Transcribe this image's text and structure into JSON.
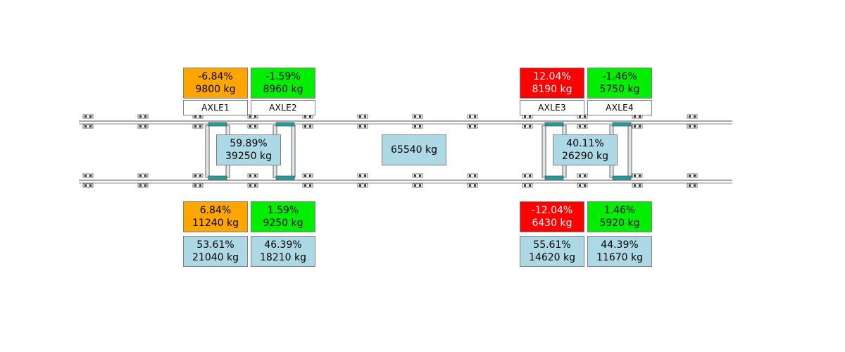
{
  "colors": {
    "orange": "#ffa500",
    "green": "#00ee00",
    "red": "#ff0000",
    "blue": "#add8e6",
    "rail": "#8a8a8a",
    "teal": "#1aa0a0"
  },
  "axles": [
    {
      "label": "AXLE1",
      "top": {
        "pct": "-6.84%",
        "weight": "9800 kg",
        "status": "orange"
      },
      "bottom": {
        "pct": "6.84%",
        "weight": "11240 kg",
        "status": "orange"
      },
      "share": {
        "pct": "53.61%",
        "weight": "21040 kg"
      }
    },
    {
      "label": "AXLE2",
      "top": {
        "pct": "-1.59%",
        "weight": "8960 kg",
        "status": "green"
      },
      "bottom": {
        "pct": "1.59%",
        "weight": "9250 kg",
        "status": "green"
      },
      "share": {
        "pct": "46.39%",
        "weight": "18210 kg"
      }
    },
    {
      "label": "AXLE3",
      "top": {
        "pct": "12.04%",
        "weight": "8190 kg",
        "status": "red"
      },
      "bottom": {
        "pct": "-12.04%",
        "weight": "6430 kg",
        "status": "red"
      },
      "share": {
        "pct": "55.61%",
        "weight": "14620 kg"
      }
    },
    {
      "label": "AXLE4",
      "top": {
        "pct": "-1.46%",
        "weight": "5750 kg",
        "status": "green"
      },
      "bottom": {
        "pct": "1.46%",
        "weight": "5920 kg",
        "status": "green"
      },
      "share": {
        "pct": "44.39%",
        "weight": "11670 kg"
      }
    }
  ],
  "bogies": [
    {
      "pct": "59.89%",
      "weight": "39250 kg"
    },
    {
      "pct": "40.11%",
      "weight": "26290 kg"
    }
  ],
  "total": {
    "weight": "65540 kg"
  }
}
